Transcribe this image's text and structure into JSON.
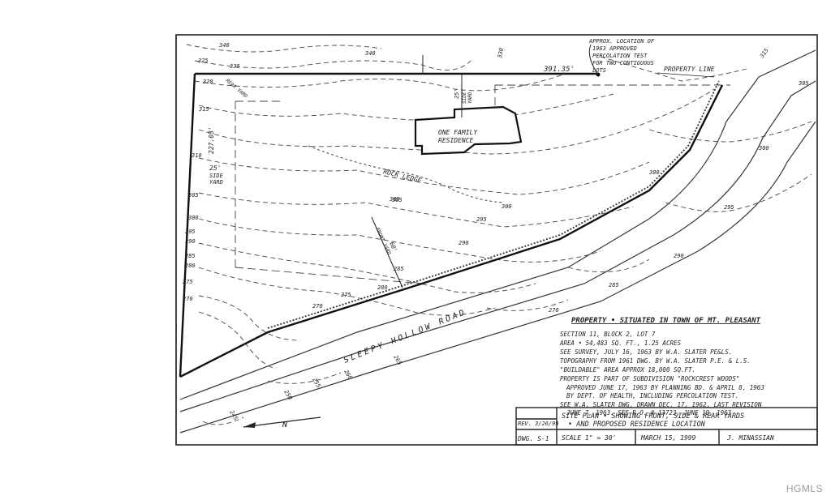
{
  "labels": {
    "property_line": "PROPERTY LINE",
    "perc_note": [
      "APPROX. LOCATION OF",
      "1963 APPROVED",
      "PERCOLATION TEST",
      "FOR TWO CONTIGUOUS",
      "LOTS"
    ],
    "north_line": "391.35'",
    "west_line": "227.03'",
    "side_yard_25": "25'",
    "side_yard": "SIDE",
    "side_yard_b": "YARD",
    "rear_yard": "REAR YARD",
    "front_yard": "FRONT YARD",
    "front_yard_60": "60'",
    "residence_1": "ONE FAMILY",
    "residence_2": "RESIDENCE",
    "rock_ledge": "ROCK LEDGE",
    "road": "SLEEPY HOLLOW ROAD"
  },
  "contours": [
    "340",
    "335",
    "330",
    "325",
    "320",
    "315",
    "310",
    "305",
    "300",
    "295",
    "290",
    "285",
    "280",
    "275",
    "270",
    "265",
    "260",
    "255",
    "250",
    "245"
  ],
  "notes": {
    "property_title": "PROPERTY • SITUATED IN TOWN OF MT. PLEASANT",
    "lines": [
      "SECTION 11, BLOCK 2, LOT 7",
      "AREA • 54,483 SQ. FT., 1.25 ACRES",
      "SEE SURVEY, JULY 16, 1963 BY W.A. SLATER PE&LS.",
      "TOPOGRAPHY FROM 1961 DWG. BY W.A. SLATER P.E. & L.S.",
      "\"BUILDABLE\" AREA APPROX 18,000 SQ.FT.",
      "PROPERTY IS PART OF SUBDIVISION \"ROCKCREST WOODS\"",
      "APPROVED JUNE 17, 1963 BY PLANNING BD. & APRIL 8, 1963",
      "BY DEPT. OF HEALTH, INCLUDING PERCOLATION TEST.",
      "SEE W.A. SLATER DWG. DRAWN DEC. 17, 1962, LAST REVISION",
      "JUNE 7, 1963. SEE R.O. # 13723, JUNE 19, 1963"
    ]
  },
  "title_block": {
    "rev": "REV. 3/26/99",
    "title_1": "SITE PLAN • SHOWING FRONT, SIDE & REAR YARDS",
    "title_2": "• AND PROPOSED RESIDENCE LOCATION",
    "dwg": "DWG. S-1",
    "scale": "SCALE 1\" = 30'",
    "date": "MARCH 15, 1999",
    "author": "J. MINASSIAN"
  },
  "north_arrow": "N",
  "watermark": "HGMLS"
}
